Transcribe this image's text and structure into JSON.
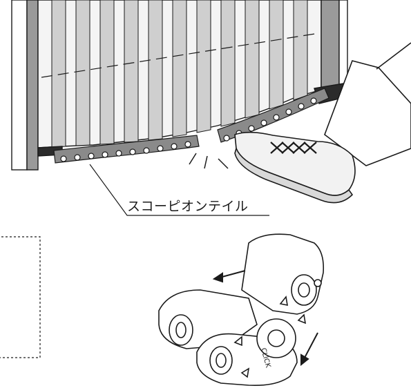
{
  "diagram": {
    "callout_label": "スコーピオンテイル",
    "arrow_label": "CLICK",
    "colors": {
      "ink": "#1a1a1a",
      "curtain_light": "#f2f2f2",
      "curtain_shade": "#c9c9c9",
      "post_gray": "#9a9a9a",
      "chain_fill": "#8a8a8a",
      "chain_dark": "#5a5a5a",
      "floor_dark": "#2b2b2b"
    },
    "icons": [
      "curtain-panel",
      "scorpion-tail-chain",
      "sneaker-foot",
      "impact-lines",
      "chain-link-closeup",
      "rotation-arrow"
    ]
  }
}
